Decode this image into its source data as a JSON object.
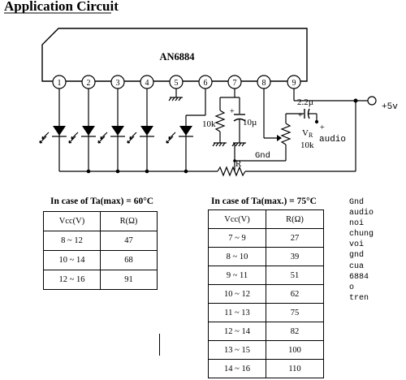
{
  "title": "Application Circuit",
  "ic": {
    "name": "AN6884",
    "pins": [
      "1",
      "2",
      "3",
      "4",
      "5",
      "6",
      "7",
      "8",
      "9"
    ]
  },
  "components": {
    "r_pin7": "10k",
    "c_pin7": "10µ",
    "cap_in": "2.2µ",
    "vr_label": "V",
    "vr_sub": "R",
    "vr_value": "10k",
    "r_common": "R",
    "plus": "+"
  },
  "labels": {
    "supply": "+5v",
    "audio": "audio",
    "gnd": "Gnd"
  },
  "table_left": {
    "caption": "In case of Ta(max) = 60°C",
    "headers": [
      "Vcc(V)",
      "R(Ω)"
    ],
    "rows": [
      [
        "8 ~ 12",
        "47"
      ],
      [
        "10 ~ 14",
        "68"
      ],
      [
        "12 ~ 16",
        "91"
      ]
    ]
  },
  "table_right": {
    "caption": "In case of Ta(max.) = 75°C",
    "headers": [
      "Vcc(V)",
      "R(Ω)"
    ],
    "rows": [
      [
        "7 ~ 9",
        "27"
      ],
      [
        "8 ~ 10",
        "39"
      ],
      [
        "9 ~ 11",
        "51"
      ],
      [
        "10 ~ 12",
        "62"
      ],
      [
        "11 ~ 13",
        "75"
      ],
      [
        "12 ~ 14",
        "82"
      ],
      [
        "13 ~ 15",
        "100"
      ],
      [
        "14 ~ 16",
        "110"
      ]
    ]
  },
  "note_lines": [
    "Gnd",
    "audio",
    "noi",
    "chung",
    "voi",
    "gnd",
    "cua",
    "6884",
    "o",
    "tren"
  ]
}
